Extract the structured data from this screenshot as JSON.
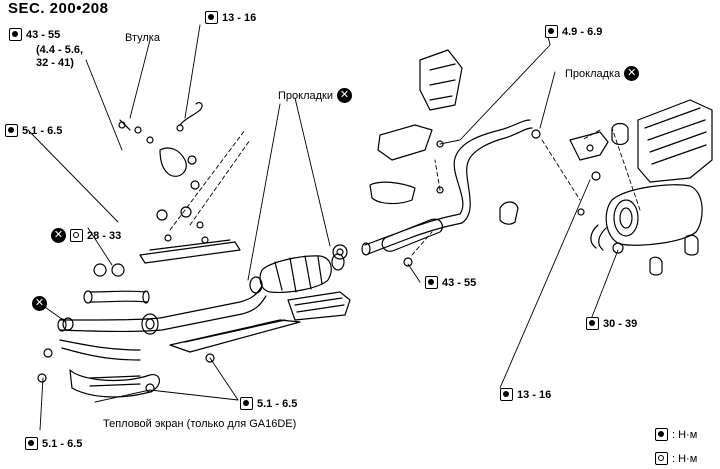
{
  "title": "SEC. 200•208",
  "labels": {
    "t_43_55_top": "43 - 55",
    "t_sub_top": "(4.4 - 5.6,",
    "t_sub_bottom": "32 - 41)",
    "vtulka": "Втулка",
    "t_13_16_top": "13 - 16",
    "prokladki": "Прокладки",
    "t_4_9_6_9": "4.9 - 6.9",
    "prokladka": "Прокладка",
    "t_5_1_6_5_left": "5.1 - 6.5",
    "t_28_33": "28 - 33",
    "t_43_55_mid": "43 - 55",
    "t_30_39": "30 - 39",
    "t_13_16_bottom": "13 - 16",
    "t_5_1_6_5_mid": "5.1 - 6.5",
    "heat_shield": "Тепловой экран (только для GA16DE)",
    "t_5_1_6_5_bottom": "5.1 - 6.5"
  },
  "legend": {
    "unit_1": ": Н·м",
    "unit_2": ": Н·м"
  },
  "icons": {
    "torque_wrench": "torque-wrench-icon",
    "replace": "replace-x-icon"
  },
  "colors": {
    "ink": "#000000",
    "paper": "#ffffff"
  }
}
